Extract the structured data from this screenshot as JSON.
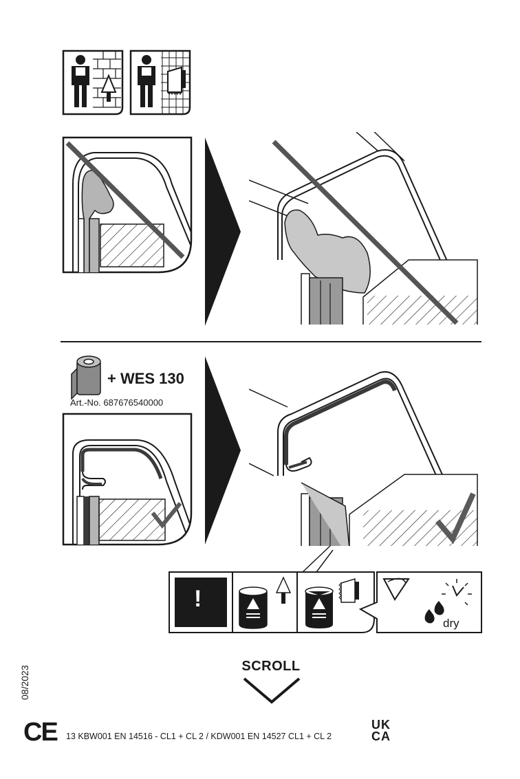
{
  "product": {
    "addon_label": "+ WES 130",
    "article_number": "Art.-No. 687676540000"
  },
  "info_panel": {
    "warning_glyph": "!",
    "dry_label": "dry"
  },
  "navigation": {
    "scroll_label": "SCROLL"
  },
  "document": {
    "date": "08/2023",
    "certification_text": "13 KBW001 EN 14516 - CL1 + CL 2 / KDW001 EN 14527 CL1 + CL 2",
    "ce_mark": "CE",
    "ukca_mark_line1": "UK",
    "ukca_mark_line2": "CA"
  },
  "colors": {
    "ink": "#1a1a1a",
    "strike": "#555555",
    "gray_fill": "#b5b5b5",
    "dark_fill": "#3a3a3a",
    "check": "#5a5a5a"
  },
  "icons": [
    "installer-wall-icon",
    "installer-tile-icon",
    "wes-roll-icon",
    "warning-icon",
    "adhesive-can-icon",
    "trowel-icon",
    "notched-trowel-icon",
    "fill-level-icon",
    "water-drops-icon",
    "clock-icon",
    "check-icon",
    "scroll-chevron-icon"
  ]
}
